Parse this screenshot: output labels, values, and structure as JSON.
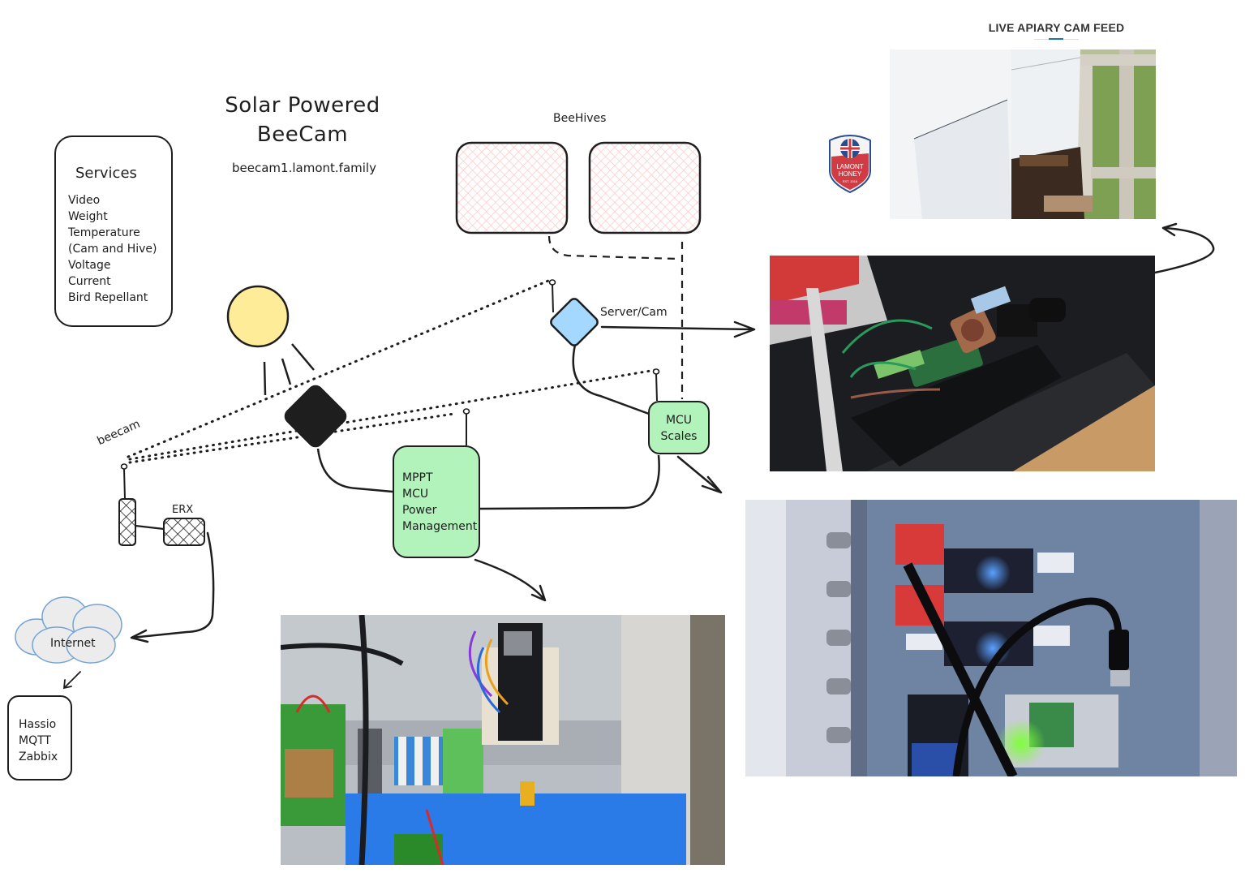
{
  "diagram": {
    "title_line1": "Solar Powered",
    "title_line2": "BeeCam",
    "subtitle": "beecam1.lamont.family",
    "services": {
      "title": "Services",
      "items": [
        "Video",
        "Weight",
        "Temperature",
        "(Cam and Hive)",
        "Voltage",
        "Current",
        "Bird Repellant"
      ]
    },
    "beehives_label": "BeeHives",
    "server_label": "Server/Cam",
    "beecam_label": "beecam",
    "erx_label": "ERX",
    "mppt_lines": [
      "MPPT",
      "MCU",
      "Power",
      "Management"
    ],
    "mcu_lines": [
      "MCU",
      "Scales"
    ],
    "internet_label": "Internet",
    "hassio_lines": [
      "Hassio",
      "MQTT",
      "Zabbix"
    ],
    "colors": {
      "stroke": "#1e1e1e",
      "sun": "#ffec99",
      "server": "#a5d8ff",
      "green": "#b2f2bb",
      "hive_hatch": "#ffc9c9",
      "cloud_fill": "#ececec",
      "cloud_stroke": "#74a4d6"
    }
  },
  "feed": {
    "title": "LIVE APIARY CAM FEED",
    "accent": "#1e73be",
    "badge": {
      "line1": "LAMONT",
      "line2": "HONEY",
      "line3": "EST. 2016",
      "color": "#d13b44"
    }
  },
  "photos": {
    "apiary": "Live apiary cam photo of beehives",
    "server_cam": "Raspberry Pi server/camera assembly photo",
    "scales": "MCU scales enclosure photo",
    "power": "MPPT / power management enclosure photo"
  }
}
